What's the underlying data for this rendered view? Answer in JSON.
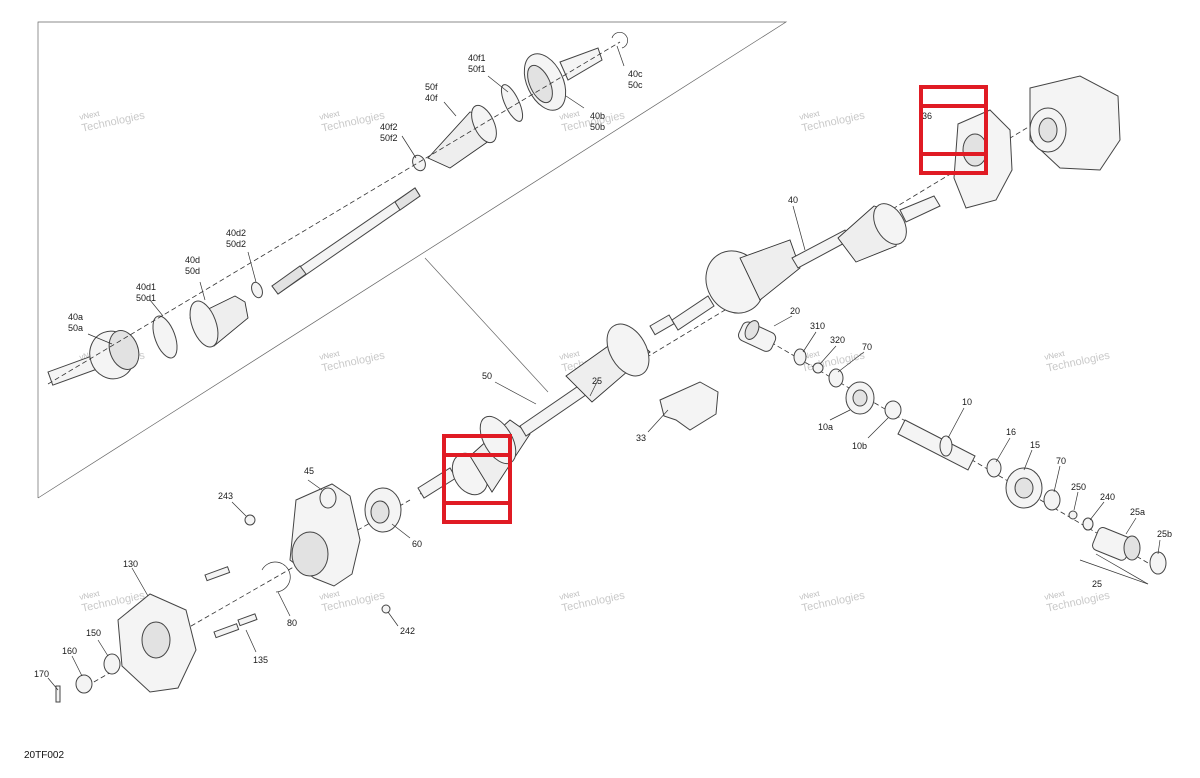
{
  "diagram": {
    "reference": "20TF002",
    "watermark": {
      "line1": "vNext",
      "line2": "Technologies"
    },
    "labels": {
      "l40a_50a": [
        "40a",
        "50a"
      ],
      "l40d1_50d1": [
        "40d1",
        "50d1"
      ],
      "l40d_50d": [
        "40d",
        "50d"
      ],
      "l40d2_50d2": [
        "40d2",
        "50d2"
      ],
      "l40f2_50f2": [
        "40f2",
        "50f2"
      ],
      "l50f_40f": [
        "50f",
        "40f"
      ],
      "l40f1_50f1": [
        "40f1",
        "50f1"
      ],
      "l40b_50b": [
        "40b",
        "50b"
      ],
      "l40c_50c": [
        "40c",
        "50c"
      ],
      "p36": "36",
      "p40": "40",
      "p50": "50",
      "p25": "25",
      "p33": "33",
      "p20": "20",
      "p310": "310",
      "p320": "320",
      "p70a": "70",
      "p10a": "10a",
      "p10b": "10b",
      "p10": "10",
      "p16": "16",
      "p15": "15",
      "p70b": "70",
      "p250": "250",
      "p240": "240",
      "p25a": "25a",
      "p25b": "25b",
      "p25c": "25",
      "p45": "45",
      "p243": "243",
      "p60": "60",
      "p130": "130",
      "p80": "80",
      "p242": "242",
      "p135": "135",
      "p150": "150",
      "p160": "160",
      "p170": "170"
    },
    "highlights_color": "#e01b24"
  }
}
